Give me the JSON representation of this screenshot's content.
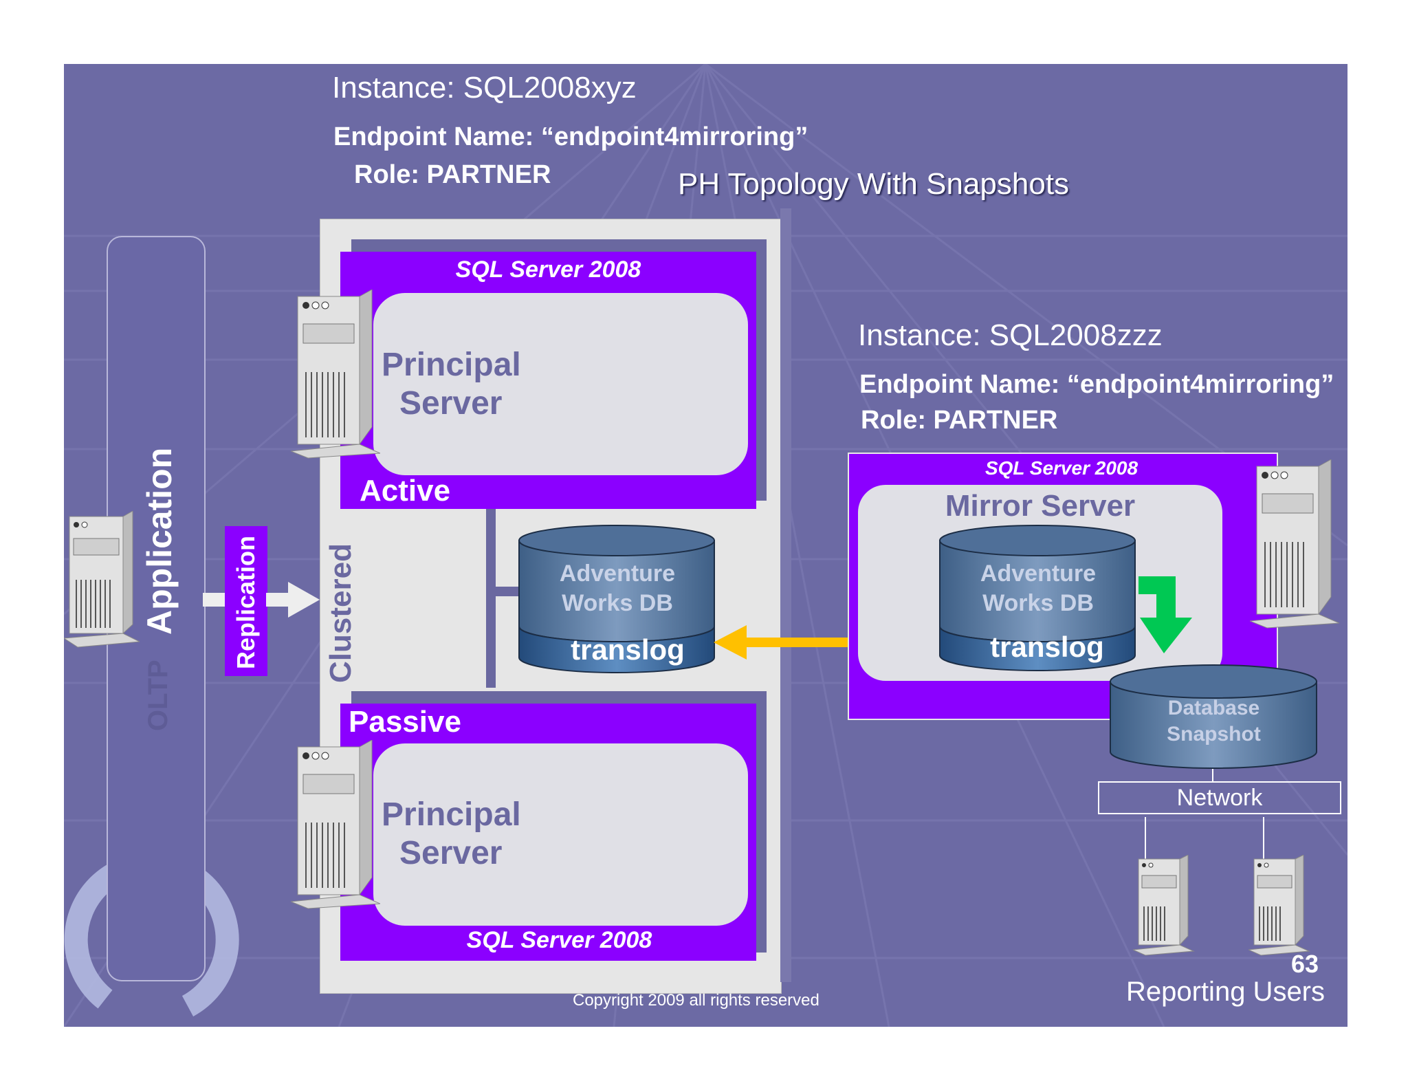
{
  "header_left": {
    "instance": "Instance: SQL2008xyz",
    "endpoint": "Endpoint Name: “endpoint4mirroring”",
    "role": "Role: PARTNER"
  },
  "title": "PH Topology With Snapshots",
  "header_right": {
    "instance": "Instance: SQL2008zzz",
    "endpoint": "Endpoint Name: “endpoint4mirroring”",
    "role": "Role: PARTNER"
  },
  "application": {
    "label": "Application",
    "faint_label": "OLTP"
  },
  "replication_label": "Replication",
  "clustered_label": "Clustered",
  "active_node": {
    "product": "SQL Server 2008",
    "server_line1": "Principal",
    "server_line2": "Server",
    "state": "Active"
  },
  "passive_node": {
    "product": "SQL Server 2008",
    "server_line1": "Principal",
    "server_line2": "Server",
    "state": "Passive"
  },
  "principal_db": {
    "line1": "Adventure",
    "line2": "Works DB",
    "log": "translog"
  },
  "mirror": {
    "product": "SQL Server 2008",
    "title": "Mirror Server",
    "db_line1": "Adventure",
    "db_line2": "Works DB",
    "log": "translog"
  },
  "snapshot": {
    "line1": "Database",
    "line2": "Snapshot"
  },
  "network_label": "Network",
  "reporting_users_label": "Reporting Users",
  "page_number": "63",
  "copyright": "Copyright 2009 all rights reserved",
  "colors": {
    "background": "#6c6aa4",
    "purple": "#8b00ff",
    "arrow_yellow": "#ffc000",
    "arrow_green": "#00c853"
  }
}
